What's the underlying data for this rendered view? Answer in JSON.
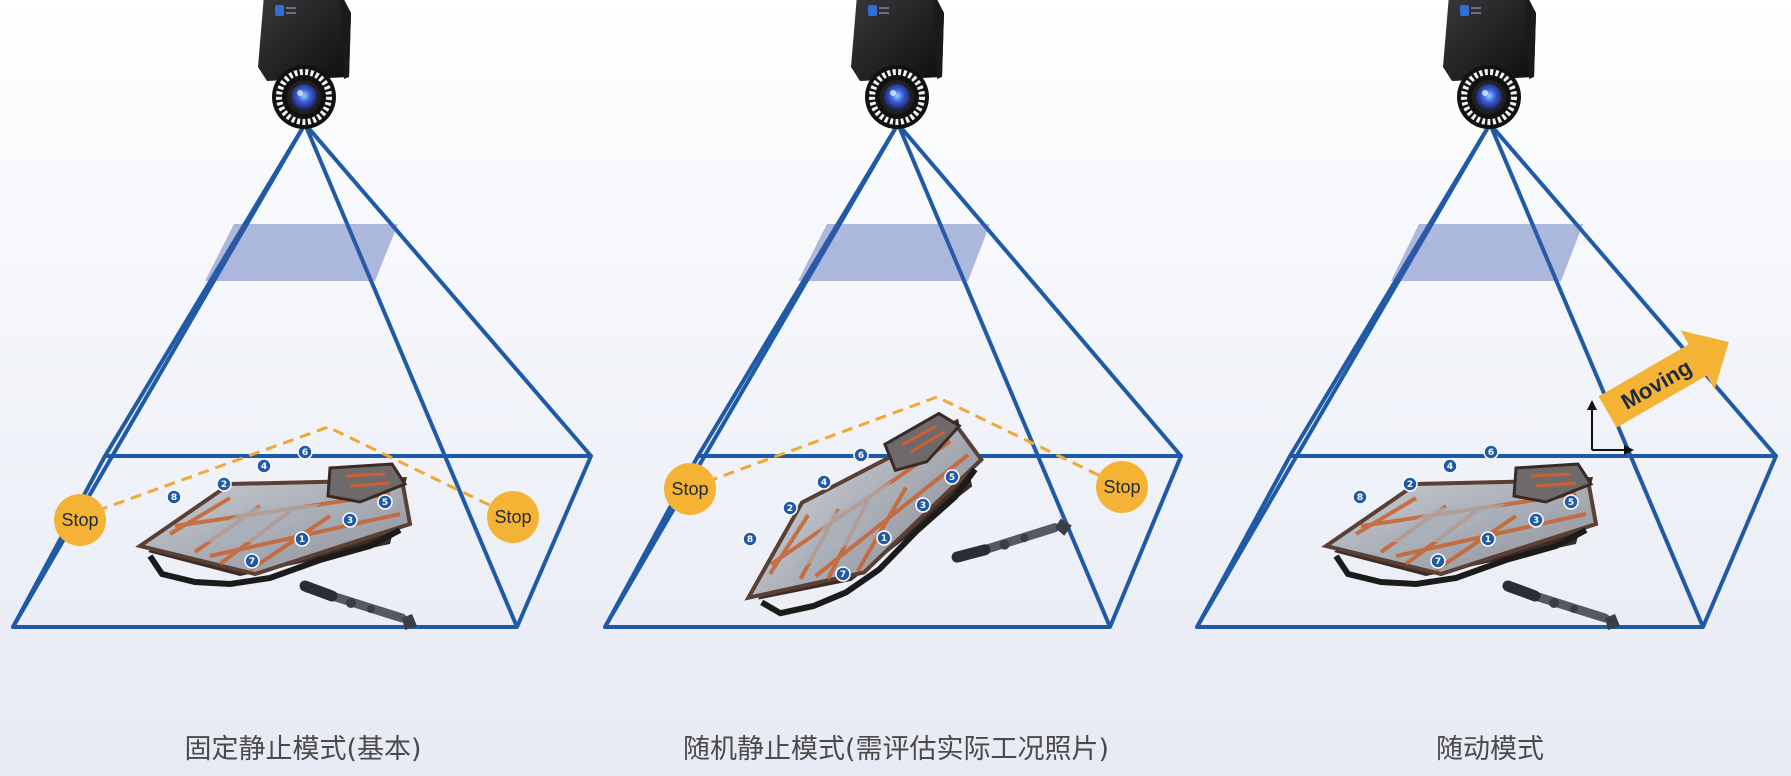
{
  "panels": [
    {
      "caption": "固定静止模式(基本)",
      "stop_labels": [
        "Stop",
        "Stop"
      ]
    },
    {
      "caption": "随机静止模式(需评估实际工况照片)",
      "stop_labels": [
        "Stop",
        "Stop"
      ]
    },
    {
      "caption": "随动模式",
      "moving_label": "Moving"
    }
  ],
  "battery_module_numbers": [
    "1",
    "2",
    "3",
    "4",
    "5",
    "6",
    "7",
    "8"
  ],
  "colors": {
    "frustum_line": "#1f5aa6",
    "stop_marker": "#f5b335",
    "dashed_path": "#f0a830",
    "moving_arrow": "#f5b335",
    "badge": "#1f5aa6"
  },
  "icons": {
    "camera": "3d-camera-icon",
    "battery": "battery-pack-icon",
    "tool": "robot-tool-icon"
  }
}
